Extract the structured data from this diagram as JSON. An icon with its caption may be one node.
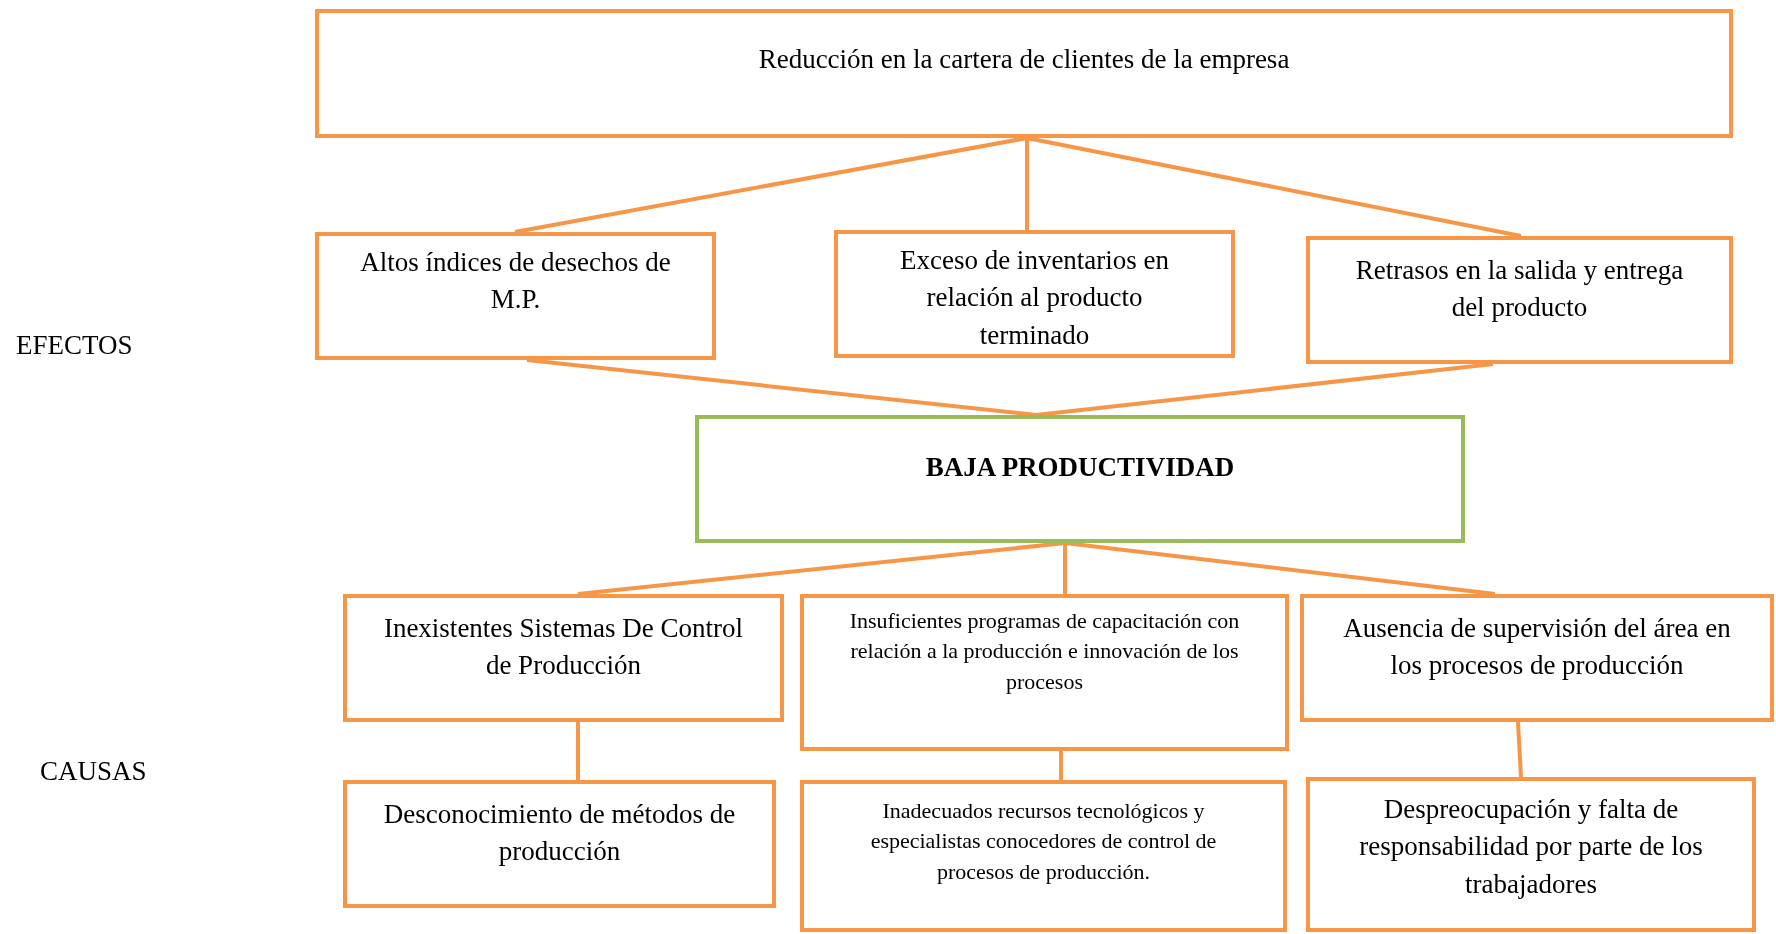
{
  "diagram": {
    "nodes": [
      {
        "text": [
          "Reducción en la cartera de clientes de la empresa"
        ]
      },
      {
        "text": [
          "Altos índices de desechos de M.P."
        ]
      },
      {
        "text": [
          "Exceso de inventarios en relación al producto terminado"
        ]
      },
      {
        "text": [
          "Retrasos en la salida y entrega del producto"
        ]
      },
      {
        "text": [
          "BAJA PRODUCTIVIDAD"
        ]
      },
      {
        "text": [
          "Inexistentes Sistemas De Control de Producción"
        ]
      },
      {
        "text": [
          "Insuficientes programas de capacitación con relación a la producción e innovación de  los procesos"
        ]
      },
      {
        "text": [
          "Ausencia de supervisión del área en los procesos de producción"
        ]
      },
      {
        "text": [
          "Desconocimiento de métodos de producción"
        ]
      },
      {
        "text": [
          "Inadecuados recursos tecnológicos  y especialistas conocedores de control de procesos de producción."
        ]
      },
      {
        "text": [
          "Despreocupación y falta de responsabilidad por parte de los trabajadores"
        ]
      }
    ],
    "edges": [
      {
        "from": 0,
        "to": 1,
        "arrow": "none"
      },
      {
        "from": 0,
        "to": 2,
        "arrow": "none"
      },
      {
        "from": 0,
        "to": 3,
        "arrow": "none"
      },
      {
        "from": 1,
        "to": 4,
        "arrow": "none"
      },
      {
        "from": 3,
        "to": 4,
        "arrow": "none"
      },
      {
        "from": 4,
        "to": 5,
        "arrow": "none"
      },
      {
        "from": 4,
        "to": 6,
        "arrow": "none"
      },
      {
        "from": 4,
        "to": 7,
        "arrow": "none"
      },
      {
        "from": 5,
        "to": 8,
        "arrow": "none"
      },
      {
        "from": 6,
        "to": 9,
        "arrow": "none"
      },
      {
        "from": 7,
        "to": 10,
        "arrow": "none"
      }
    ],
    "labels": [
      "EFECTOS",
      "CAUSAS"
    ]
  }
}
